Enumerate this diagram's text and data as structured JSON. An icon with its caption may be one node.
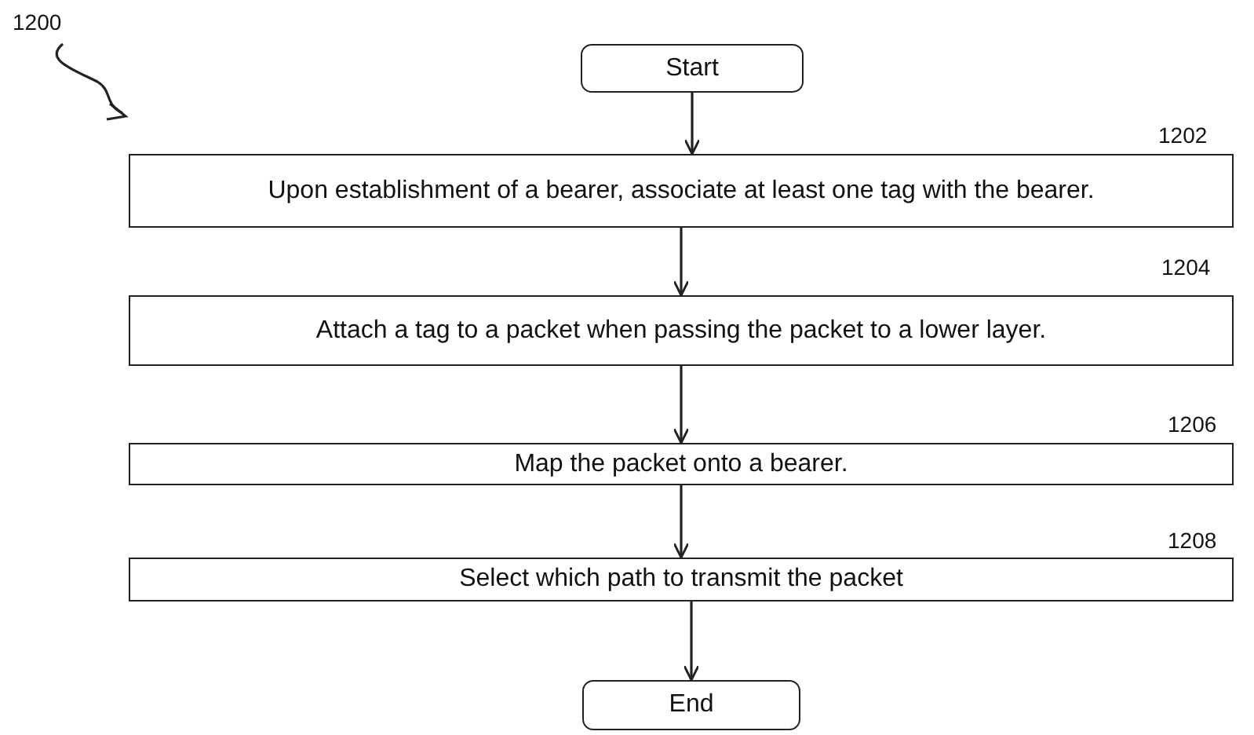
{
  "diagram": {
    "nodes": [
      {
        "text": [
          "Start"
        ]
      },
      {
        "text": [
          "Upon establishment of a bearer, associate at least one tag with the bearer."
        ],
        "beside": [
          "1202"
        ]
      },
      {
        "text": [
          "Attach a tag to a packet when passing the packet to a lower layer."
        ],
        "beside": [
          "1204"
        ]
      },
      {
        "text": [
          "Map the packet onto a bearer."
        ],
        "beside": [
          "1206"
        ]
      },
      {
        "text": [
          "Select which path to transmit the packet"
        ],
        "beside": [
          "1208"
        ]
      },
      {
        "text": [
          "End"
        ]
      }
    ],
    "edges": [
      {
        "from": 0,
        "to": 1,
        "arrow": "to"
      },
      {
        "from": 1,
        "to": 2,
        "arrow": "to"
      },
      {
        "from": 2,
        "to": 3,
        "arrow": "to"
      },
      {
        "from": 3,
        "to": 4,
        "arrow": "to"
      },
      {
        "from": 4,
        "to": 5,
        "arrow": "to"
      }
    ],
    "labels": [
      "1200"
    ]
  }
}
